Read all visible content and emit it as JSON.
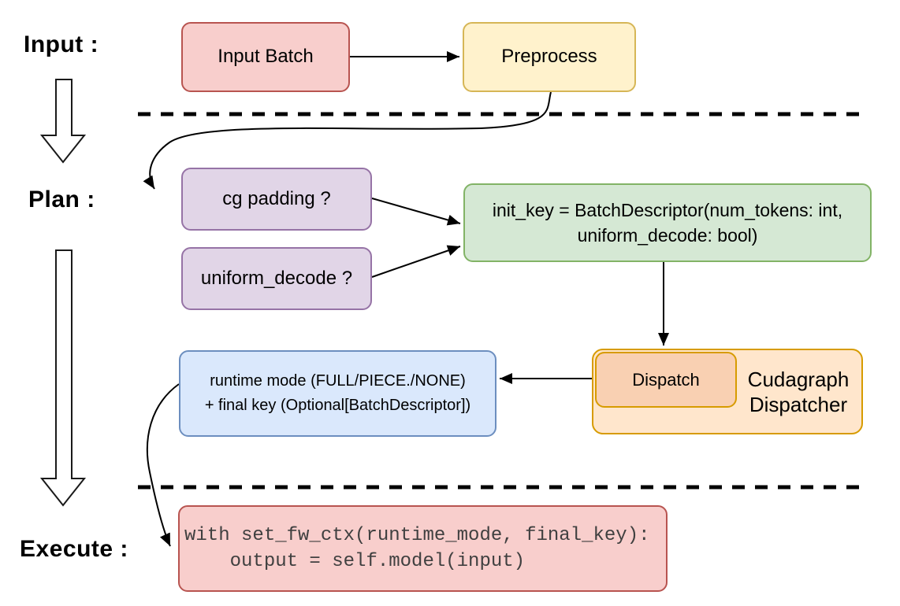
{
  "stage_labels": {
    "input": "Input :",
    "plan": "Plan :",
    "execute": "Execute :"
  },
  "nodes": {
    "input_batch": {
      "label": "Input Batch"
    },
    "preprocess": {
      "label": "Preprocess"
    },
    "cg_padding": {
      "label": "cg padding ?"
    },
    "uniform_decode": {
      "label": "uniform_decode ?"
    },
    "init_key": {
      "line1": "init_key = BatchDescriptor(num_tokens: int,",
      "line2": "uniform_decode: bool)"
    },
    "runtime_mode": {
      "line1": "runtime mode (FULL/PIECE./NONE)",
      "line2": "+ final key (Optional[BatchDescriptor])"
    },
    "dispatch": {
      "label": "Dispatch"
    },
    "cudagraph_dispatcher": {
      "line1": "Cudagraph",
      "line2": "Dispatcher"
    },
    "execute_code": {
      "line1": "with set_fw_ctx(runtime_mode, final_key):",
      "line2": "    output = self.model(input)"
    }
  },
  "edges": [
    {
      "from": "input_batch",
      "to": "preprocess"
    },
    {
      "from": "preprocess",
      "to": "cg_padding",
      "style": "curved"
    },
    {
      "from": "cg_padding",
      "to": "init_key"
    },
    {
      "from": "uniform_decode",
      "to": "init_key"
    },
    {
      "from": "init_key",
      "to": "dispatch"
    },
    {
      "from": "dispatch",
      "to": "runtime_mode"
    },
    {
      "from": "runtime_mode",
      "to": "execute_code",
      "style": "curved"
    }
  ],
  "colors": {
    "pink_fill": "#F8CECC",
    "pink_border": "#B85450",
    "yellow_fill": "#FFF2CC",
    "yellow_border": "#D6B656",
    "purple_fill": "#E1D5E7",
    "purple_border": "#9673A6",
    "green_fill": "#D5E8D4",
    "green_border": "#82B366",
    "blue_fill": "#DAE8FC",
    "blue_border": "#6C8EBF",
    "orange_fill": "#FFE6CC",
    "orange_inner_fill": "#F9D0B2",
    "orange_border": "#D79B00",
    "line": "#000000",
    "code_text": "#404040"
  }
}
